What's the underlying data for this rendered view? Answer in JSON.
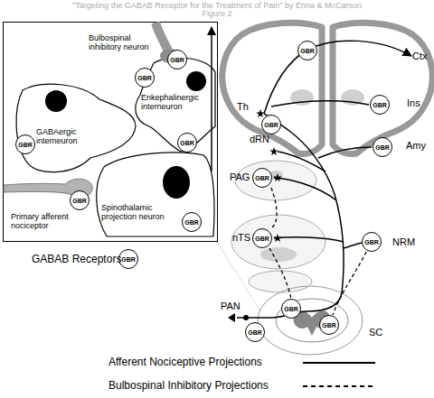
{
  "diagram": {
    "title": "\"Targeting the GABAB Receptor for the Treatment of Pain\" by Enna & McCarson",
    "nodes": [
      {
        "text": [
          "GBR"
        ]
      },
      {
        "text": [
          "GBR"
        ]
      },
      {
        "text": [
          "GBR"
        ]
      },
      {
        "text": [
          "GBR"
        ]
      },
      {
        "text": [
          "GBR"
        ]
      },
      {
        "text": [
          "GBR"
        ]
      },
      {
        "text": [
          "GBR"
        ]
      },
      {
        "text": [
          "GBR"
        ]
      },
      {
        "text": [
          "GBR"
        ]
      },
      {
        "text": [
          "GBR"
        ]
      },
      {
        "text": [
          "GBR"
        ]
      },
      {
        "text": [
          "GBR"
        ]
      },
      {
        "text": [
          "GBR"
        ]
      },
      {
        "text": [
          "GBR"
        ]
      },
      {
        "text": [
          "GBR"
        ]
      },
      {
        "text": [
          "GBR"
        ]
      },
      {
        "text": [
          "GBR"
        ]
      }
    ],
    "labels": [
      "Figure 2",
      "Bulbospinal inhibitory neuron",
      "Enkephalinergic interneuron",
      "GABAergic interneuron",
      "Spinothalamic projection neuron",
      "Primary afferent nociceptor",
      "Ctx",
      "Th",
      "Ins",
      "Amy",
      "dRN",
      "PAG",
      "nTS",
      "NRM",
      "PAN",
      "SC"
    ],
    "legend": [
      {
        "text": "GABAB Receptors"
      },
      {
        "text": "Afferent Nociceptive Projections"
      },
      {
        "text": "Bulbospinal Inhibitory Projections"
      }
    ]
  }
}
